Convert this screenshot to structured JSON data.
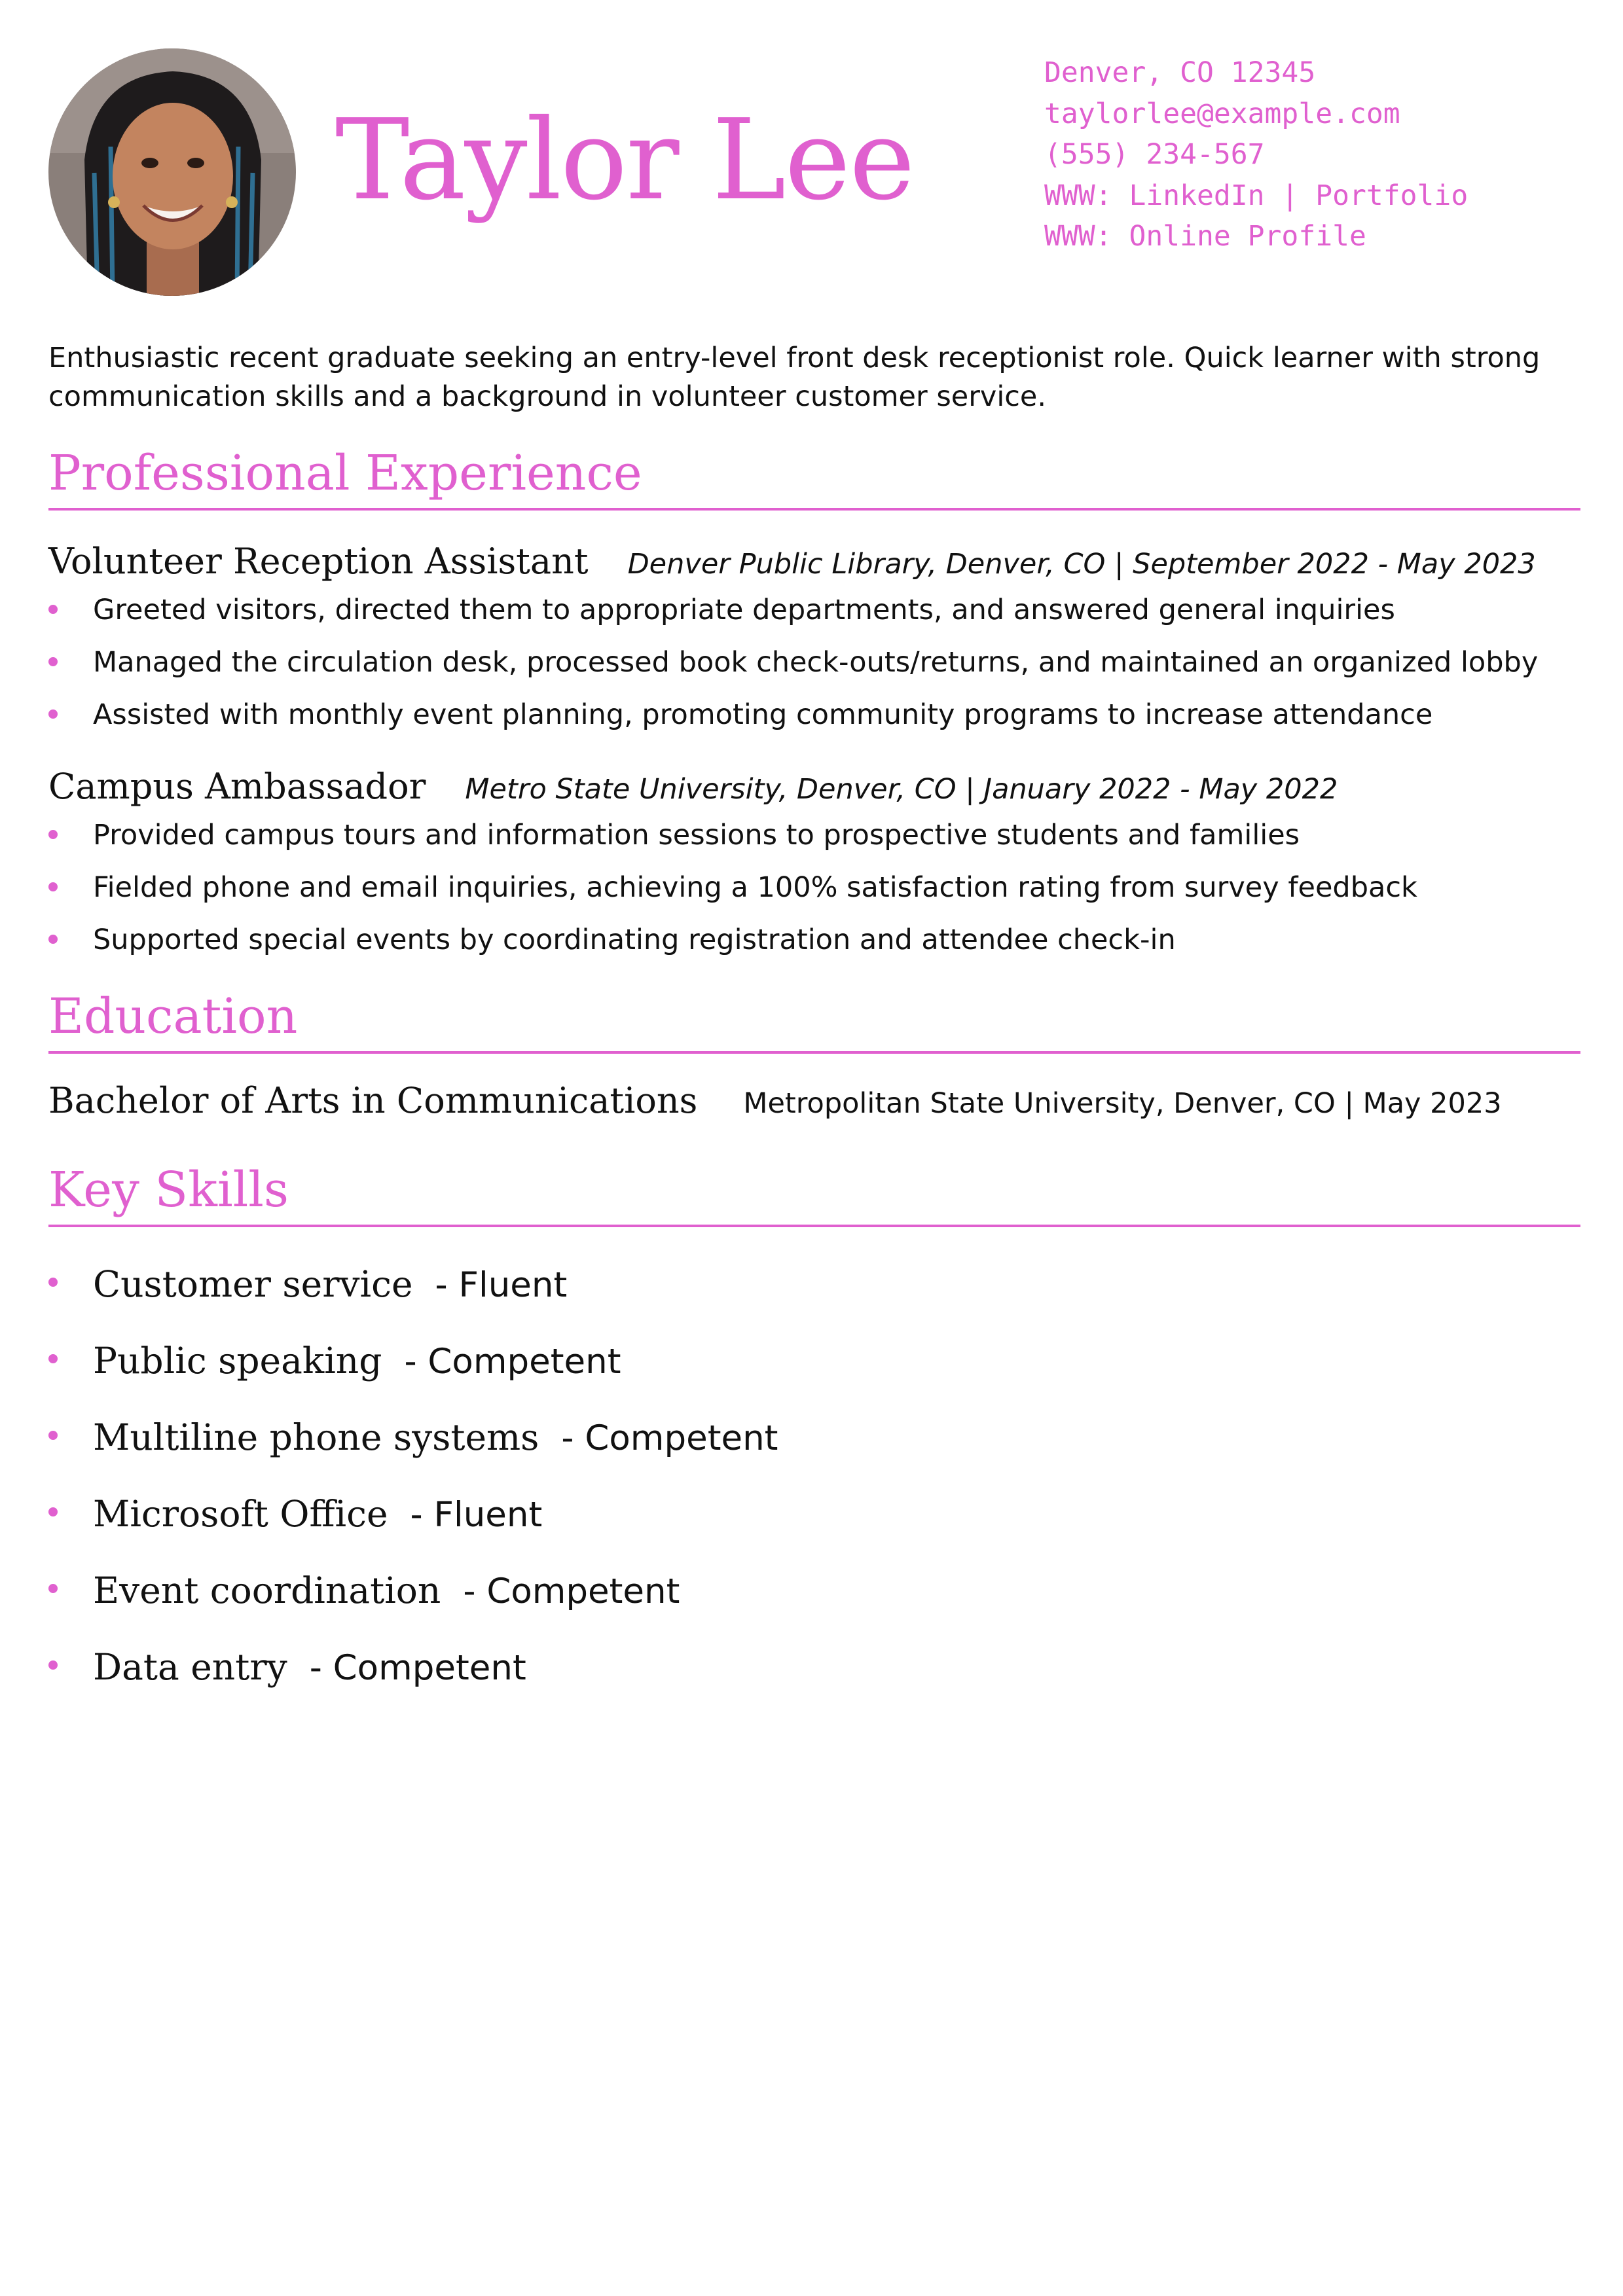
{
  "header": {
    "name": "Taylor Lee",
    "contact": {
      "location": "Denver, CO 12345",
      "email": "taylorlee@example.com",
      "phone": "(555) 234-567",
      "links": "WWW: LinkedIn | Portfolio",
      "profile": "WWW: Online Profile"
    }
  },
  "summary": "Enthusiastic recent graduate seeking an entry-level front desk receptionist role. Quick learner with strong communication skills and a background in volunteer customer service.",
  "experience": {
    "heading": "Professional Experience",
    "jobs": [
      {
        "title": "Volunteer Reception Assistant",
        "employer": "Denver Public Library",
        "location_dates": ", Denver, CO | September 2022 - May 2023",
        "bullets": [
          "Greeted visitors, directed them to appropriate departments, and answered general inquiries",
          "Managed the circulation desk, processed book check-outs/returns, and maintained an organized lobby",
          "Assisted with monthly event planning, promoting community programs to increase attendance"
        ]
      },
      {
        "title": "Campus Ambassador",
        "employer": "Metro State University",
        "location_dates": ", Denver, CO | January 2022 - May 2022",
        "bullets": [
          "Provided campus tours and information sessions to prospective students and families",
          "Fielded phone and email inquiries, achieving a 100% satisfaction rating from survey feedback",
          "Supported special events by coordinating registration and attendee check-in"
        ]
      }
    ]
  },
  "education": {
    "heading": "Education",
    "degree": "Bachelor of Arts in Communications",
    "school": "Metropolitan State University, Denver, CO | May 2023"
  },
  "skills": {
    "heading": "Key Skills",
    "items": [
      {
        "name": "Customer service",
        "level": "- Fluent"
      },
      {
        "name": "Public speaking",
        "level": "- Competent"
      },
      {
        "name": "Multiline phone systems",
        "level": "- Competent"
      },
      {
        "name": "Microsoft Office",
        "level": "- Fluent"
      },
      {
        "name": "Event coordination",
        "level": "- Competent"
      },
      {
        "name": "Data entry",
        "level": "- Competent"
      }
    ]
  },
  "colors": {
    "accent": "#e060cf",
    "text": "#111111"
  }
}
